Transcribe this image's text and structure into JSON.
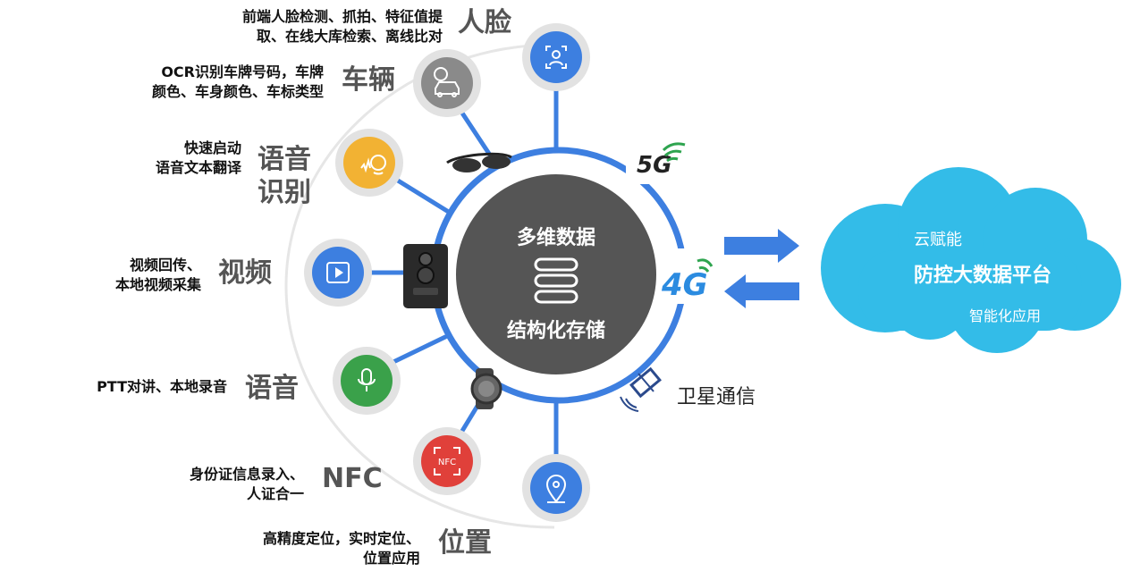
{
  "center": {
    "top_text": "多维数据",
    "bottom_text": "结构化存储"
  },
  "features": [
    {
      "key": "face",
      "label": "人脸",
      "desc": [
        "前端人脸检测、抓拍、特征值提",
        "取、在线大库检索、离线比对"
      ],
      "color": "#3d7fe0",
      "icon": "face-scan-icon"
    },
    {
      "key": "vehicle",
      "label": "车辆",
      "desc": [
        "OCR识别车牌号码，车牌",
        "颜色、车身颜色、车标类型"
      ],
      "color": "#8a8a8a",
      "icon": "car-icon"
    },
    {
      "key": "speech",
      "label": "语音\n识别",
      "desc": [
        "快速启动",
        "语音文本翻译"
      ],
      "color": "#f2b233",
      "icon": "voice-head-icon"
    },
    {
      "key": "video",
      "label": "视频",
      "desc": [
        "视频回传、",
        "本地视频采集"
      ],
      "color": "#3d7fe0",
      "icon": "play-icon"
    },
    {
      "key": "voice",
      "label": "语音",
      "desc": [
        "PTT对讲、本地录音"
      ],
      "color": "#3aa14a",
      "icon": "microphone-icon"
    },
    {
      "key": "nfc",
      "label": "NFC",
      "desc": [
        "身份证信息录入、",
        "人证合一"
      ],
      "color": "#e0403a",
      "icon": "nfc-icon",
      "icon_text": "NFC"
    },
    {
      "key": "location",
      "label": "位置",
      "desc": [
        "高精度定位，实时定位、",
        "位置应用"
      ],
      "color": "#3d7fe0",
      "icon": "location-pin-icon"
    }
  ],
  "network": {
    "5g": "5G",
    "4g": "4G",
    "satellite_label": "卫星通信"
  },
  "cloud": {
    "line1": "云赋能",
    "line2": "防控大数据平台",
    "line3": "智能化应用",
    "color": "#33bce8"
  },
  "colors": {
    "ring": "#3d7fe0",
    "center_fill": "#555555",
    "arc": "#e6e6e6"
  }
}
